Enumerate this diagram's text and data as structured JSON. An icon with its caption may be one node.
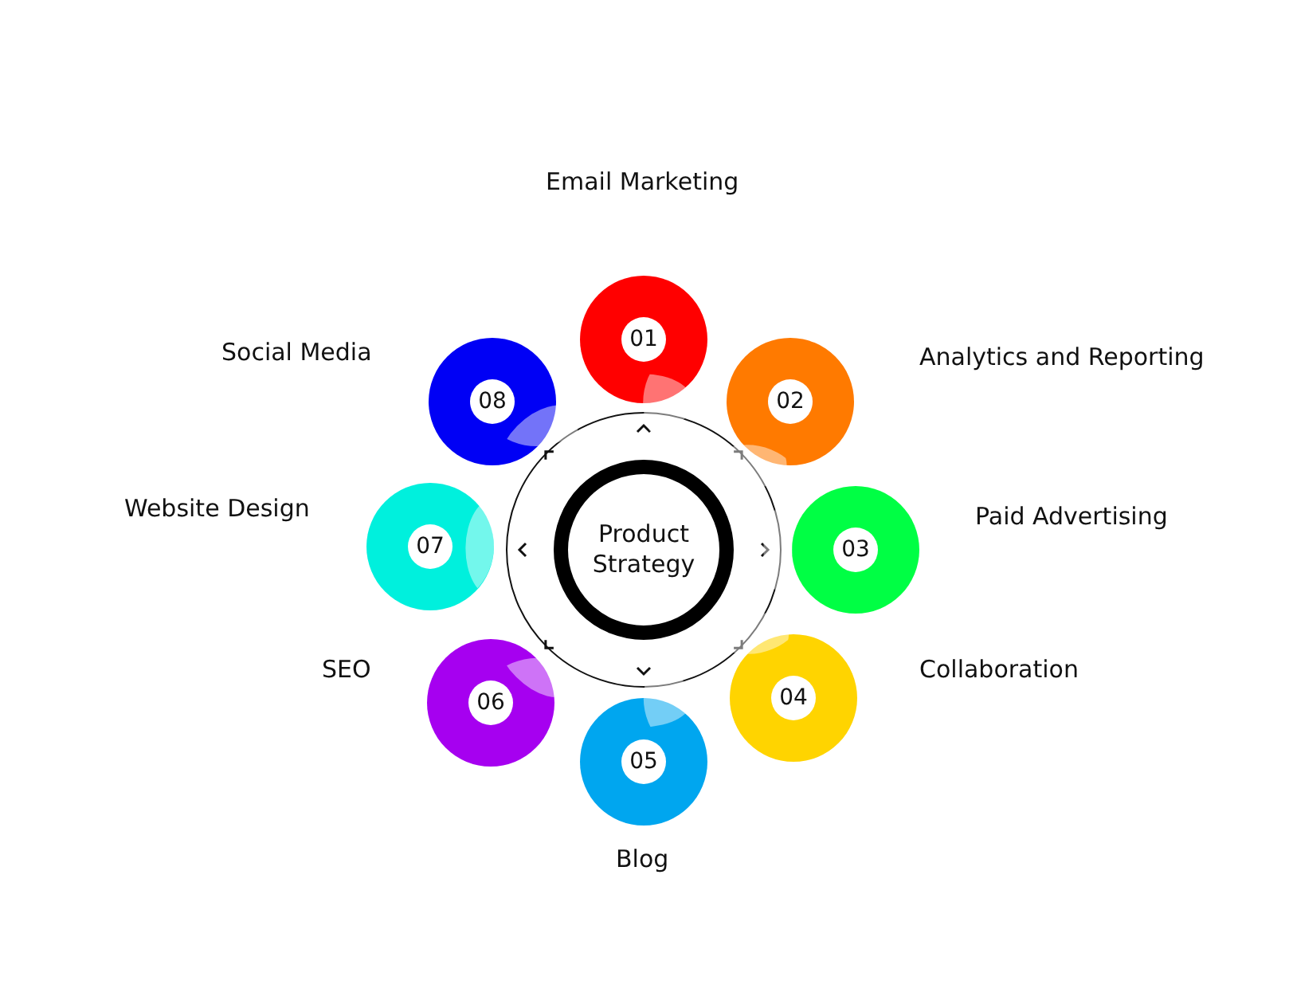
{
  "diagram": {
    "nodes": [
      {
        "text": [
          "Product Strategy"
        ]
      },
      {
        "text": [
          "01"
        ],
        "beside": [
          "Email Marketing"
        ]
      },
      {
        "text": [
          "02"
        ],
        "beside": [
          "Analytics and Reporting"
        ]
      },
      {
        "text": [
          "03"
        ],
        "beside": [
          "Paid Advertising"
        ]
      },
      {
        "text": [
          "04"
        ],
        "beside": [
          "Collaboration"
        ]
      },
      {
        "text": [
          "05"
        ],
        "beside": [
          "Blog"
        ]
      },
      {
        "text": [
          "06"
        ],
        "beside": [
          "SEO"
        ]
      },
      {
        "text": [
          "07"
        ],
        "beside": [
          "Website Design"
        ]
      },
      {
        "text": [
          "08"
        ],
        "beside": [
          "Social Media"
        ]
      }
    ]
  }
}
